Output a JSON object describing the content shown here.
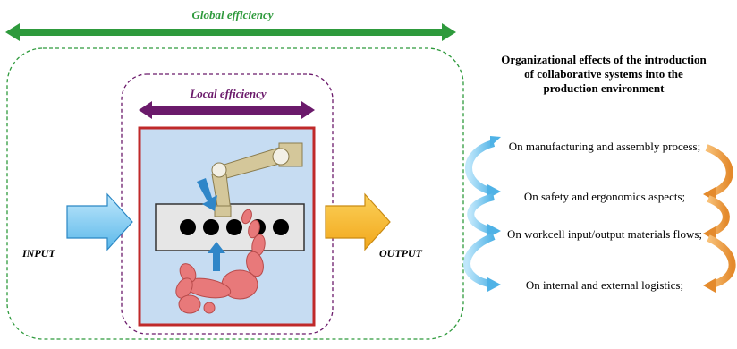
{
  "diagram": {
    "global_label": "Global efficiency",
    "local_label": "Local efficiency",
    "input_label": "INPUT",
    "output_label": "OUTPUT",
    "organizational_title": "Organizational effects of the introduction of collaborative systems into the production environment",
    "effects": [
      "On manufacturing and assembly process;",
      "On safety and ergonomics aspects;",
      "On workcell input/output materials flows;",
      "On internal and external logistics;"
    ],
    "colors": {
      "global": "#2e9a3c",
      "local": "#6b1a6b",
      "input_arrow": "#7fcbf0",
      "output_arrow": "#f6b826",
      "workcell_border": "#c0292a",
      "workcell_fill": "#c6dcf2",
      "human_arm": "#e8797a",
      "robot_arm": "#d4c79a",
      "cycle_blue": "#7fcbf0",
      "cycle_orange": "#f0a24a"
    }
  }
}
